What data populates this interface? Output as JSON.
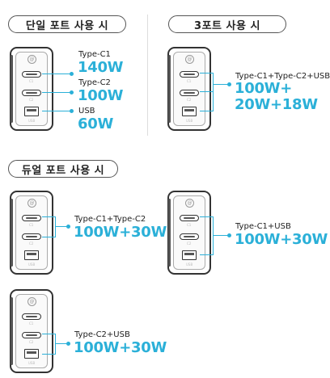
{
  "sections": {
    "single": "단일 포트 사용 시",
    "triple": "3포트 사용 시",
    "dual": "듀얼 포트 사용 시"
  },
  "port_marks": {
    "c1": "C1",
    "c2": "C2",
    "usb": "USB"
  },
  "logo_glyph": "@",
  "single": {
    "c1_label": "Type-C1",
    "c1_watt": "140W",
    "c2_label": "Type-C2",
    "c2_watt": "100W",
    "usb_label": "USB",
    "usb_watt": "60W"
  },
  "triple": {
    "label": "Type-C1+Type-C2+USB",
    "watt_line1": "100W+",
    "watt_line2": "20W+18W"
  },
  "dual_c1c2": {
    "label": "Type-C1+Type-C2",
    "watt": "100W+30W"
  },
  "dual_c1usb": {
    "label": "Type-C1+USB",
    "watt": "100W+30W"
  },
  "dual_c2usb": {
    "label": "Type-C2+USB",
    "watt": "100W+30W"
  },
  "colors": {
    "accent": "#2bb0d8",
    "outline": "#333333"
  }
}
